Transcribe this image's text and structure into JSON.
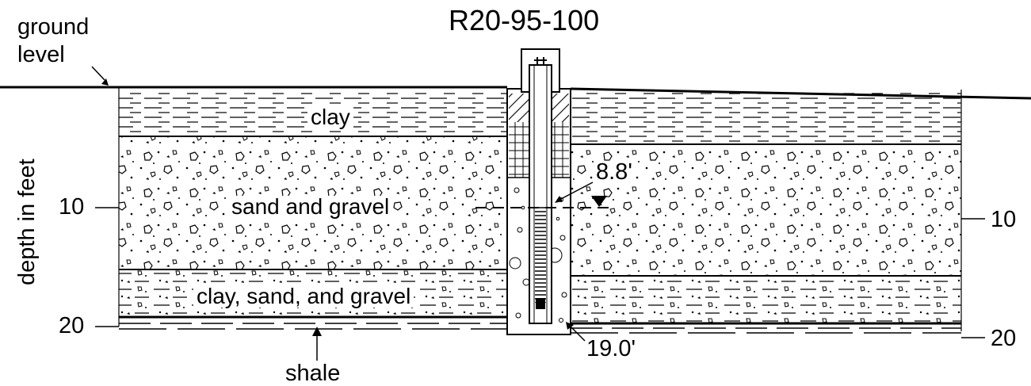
{
  "diagram": {
    "title": "R20-95-100",
    "ground_label_1": "ground",
    "ground_label_2": "level",
    "axis_label": "depth in feet",
    "ticks": {
      "left_10": "10",
      "left_20": "20",
      "right_10": "10",
      "right_20": "20"
    },
    "layers": [
      {
        "name": "clay",
        "pattern": "dashes"
      },
      {
        "name": "sand and gravel",
        "pattern": "stones"
      },
      {
        "name": "clay, sand, and gravel",
        "pattern": "dashes-stones"
      }
    ],
    "base_label": "shale",
    "water_level_label": "8.8'",
    "well_depth_label": "19.0'",
    "colors": {
      "ink": "#000000",
      "paper": "#ffffff"
    }
  }
}
